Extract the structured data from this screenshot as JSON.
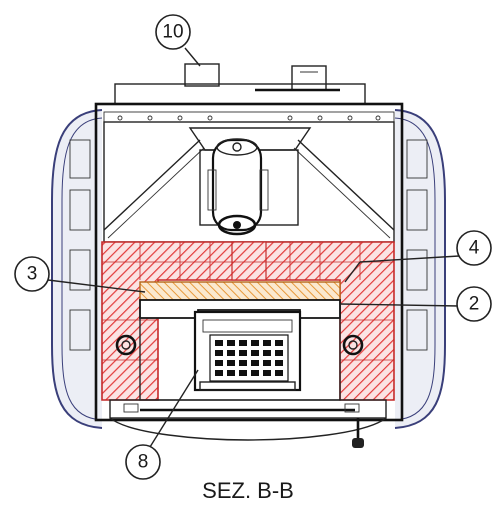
{
  "callouts": {
    "c10": "10",
    "c4": "4",
    "c3": "3",
    "c2": "2",
    "c8": "8"
  },
  "caption": "SEZ. B-B",
  "colors": {
    "refractory_hatch": "#e23b3b",
    "insulation_hatch": "#e89a3c",
    "outline": "#1a1a1a",
    "side_panel": "#3a3f7a"
  }
}
